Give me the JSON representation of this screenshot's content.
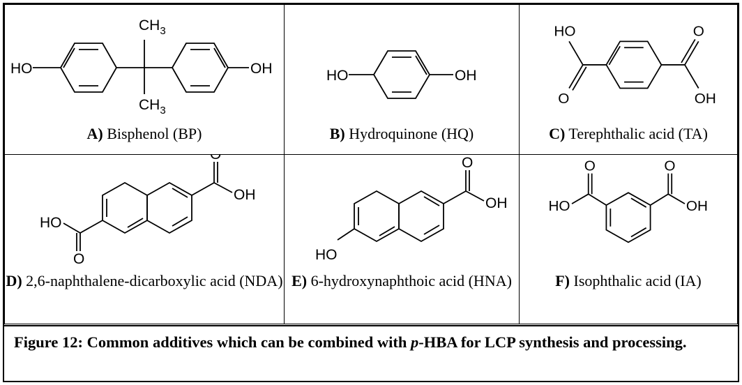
{
  "figure": {
    "caption_label": "Figure 12:",
    "caption_pre": " Common additives which can be combined with ",
    "caption_italic": "p",
    "caption_post": "-HBA for LCP synthesis and processing."
  },
  "cells": [
    {
      "letter": "A)",
      "name": " Bisphenol (BP)"
    },
    {
      "letter": "B)",
      "name": " Hydroquinone (HQ)"
    },
    {
      "letter": "C)",
      "name": " Terephthalic acid (TA)"
    },
    {
      "letter": "D)",
      "name": " 2,6-naphthalene-dicarboxylic acid (NDA)"
    },
    {
      "letter": "E)",
      "name": " 6-hydroxynaphthoic acid (HNA)"
    },
    {
      "letter": "F)",
      "name": " Isophthalic acid (IA)"
    }
  ],
  "atoms": {
    "ho": "HO",
    "oh": "OH",
    "ch": "CH",
    "sub3": "3",
    "o": "O"
  }
}
